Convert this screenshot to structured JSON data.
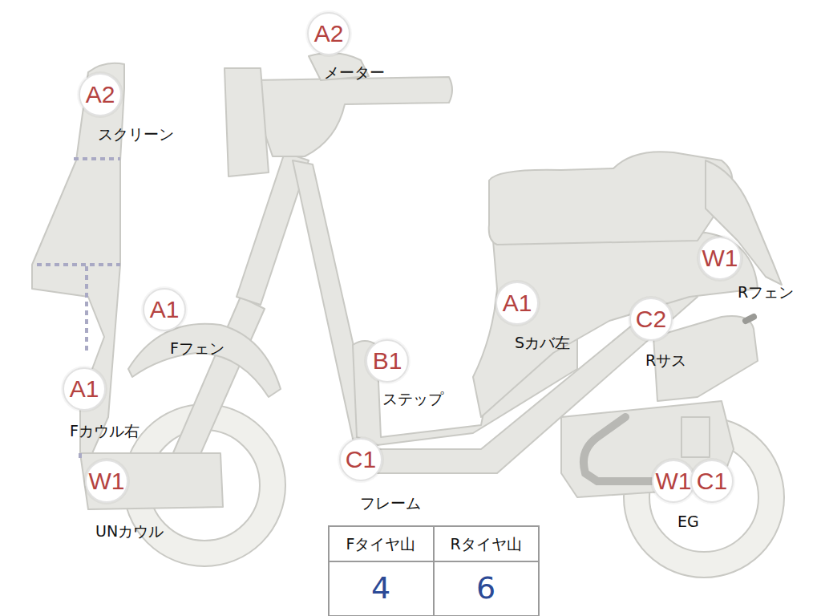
{
  "diagram": {
    "nodes": [
      {
        "text": [
          "A2",
          "メーター"
        ]
      },
      {
        "text": [
          "A2",
          "スクリーン"
        ]
      },
      {
        "text": [
          "W1",
          "Rフェン"
        ]
      },
      {
        "text": [
          "A1",
          "Fフェン"
        ]
      },
      {
        "text": [
          "A1",
          "Sカバ左"
        ]
      },
      {
        "text": [
          "C2",
          "Rサス"
        ]
      },
      {
        "text": [
          "B1",
          "ステップ"
        ]
      },
      {
        "text": [
          "A1",
          "Fカウル右"
        ]
      },
      {
        "text": [
          "C1",
          "フレーム"
        ]
      },
      {
        "text": [
          "W1",
          "UNカウル"
        ]
      },
      {
        "text": [
          "W1",
          "EG"
        ]
      },
      {
        "text": [
          "C1"
        ]
      }
    ],
    "labels": [
      "Fタイヤ山",
      "Rタイヤ山",
      "4",
      "6"
    ]
  }
}
